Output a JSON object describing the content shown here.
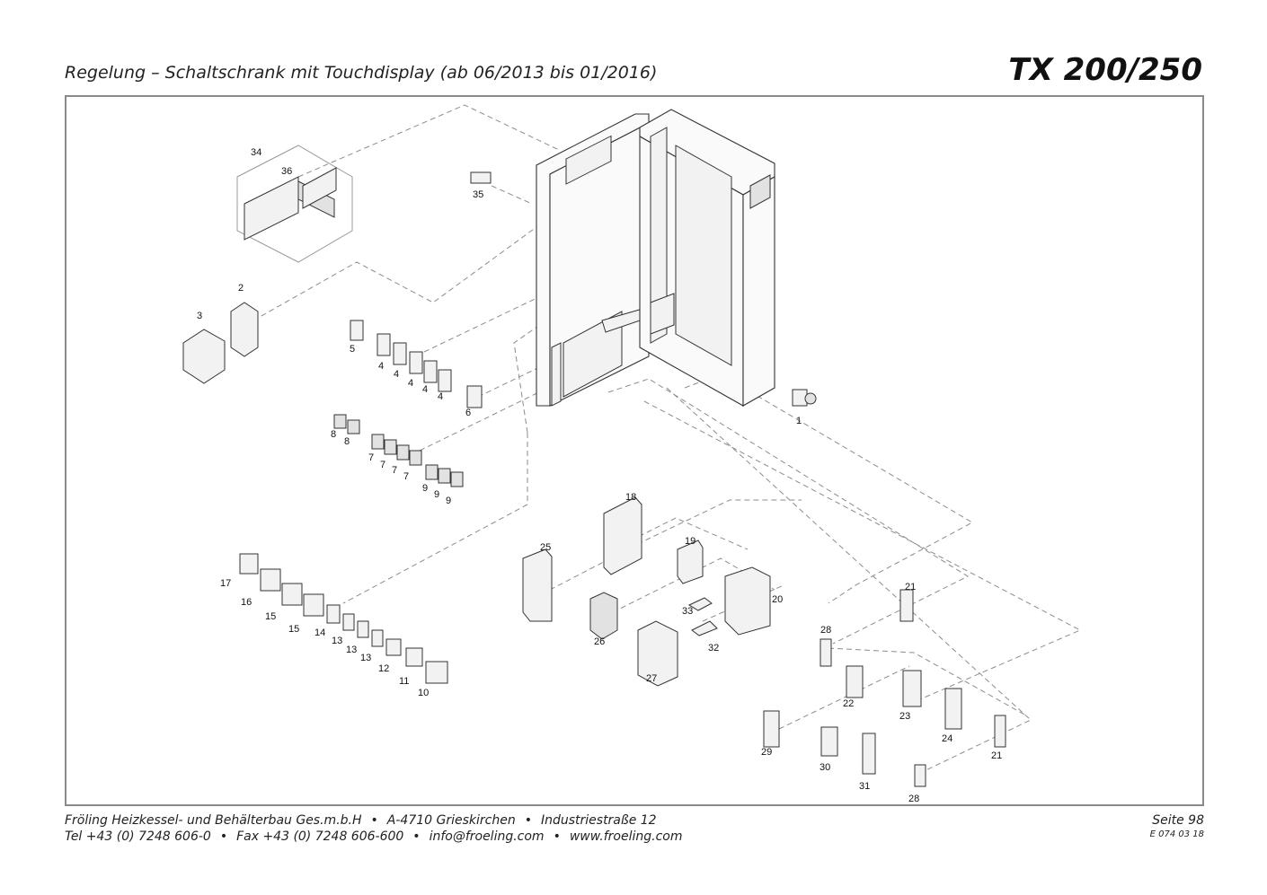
{
  "header": {
    "title": "Regelung – Schaltschrank mit Touchdisplay (ab 06/2013 bis 01/2016)",
    "model": "TX 200/250"
  },
  "footer": {
    "company": "Fröling Heizkessel- und Behälterbau Ges.m.b.H",
    "address": "A-4710 Grieskirchen",
    "street": "Industriestraße 12",
    "tel": "Tel +43 (0) 7248 606-0",
    "fax": "Fax +43 (0) 7248 606-600",
    "email": "info@froeling.com",
    "web": "www.froeling.com",
    "page": "Seite 98",
    "doc_code": "E 074 03 18"
  },
  "labels": {
    "p1": "1",
    "p2": "2",
    "p3": "3",
    "p4a": "4",
    "p4b": "4",
    "p4c": "4",
    "p4d": "4",
    "p4e": "4",
    "p5": "5",
    "p6": "6",
    "p7a": "7",
    "p7b": "7",
    "p7c": "7",
    "p7d": "7",
    "p8a": "8",
    "p8b": "8",
    "p9a": "9",
    "p9b": "9",
    "p9c": "9",
    "p10": "10",
    "p11": "11",
    "p12": "12",
    "p13a": "13",
    "p13b": "13",
    "p13c": "13",
    "p14": "14",
    "p15a": "15",
    "p15b": "15",
    "p16": "16",
    "p17": "17",
    "p18": "18",
    "p19": "19",
    "p20": "20",
    "p21a": "21",
    "p21b": "21",
    "p22": "22",
    "p23": "23",
    "p24": "24",
    "p25": "25",
    "p26": "26",
    "p27": "27",
    "p28a": "28",
    "p28b": "28",
    "p29": "29",
    "p30": "30",
    "p31": "31",
    "p32": "32",
    "p33": "33",
    "p34": "34",
    "p35": "35",
    "p36": "36"
  }
}
